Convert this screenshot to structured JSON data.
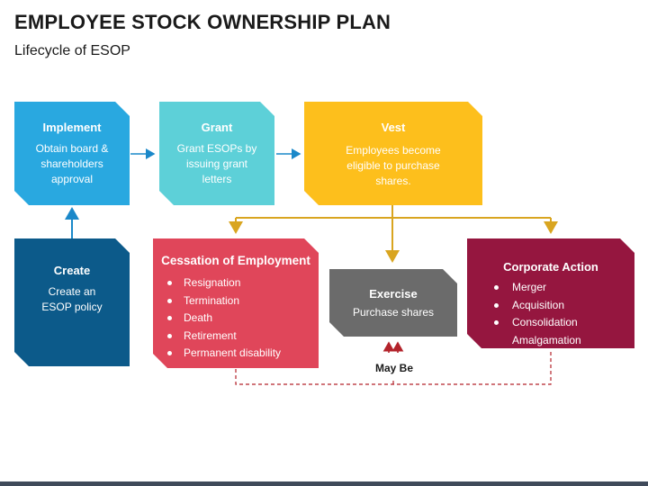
{
  "header": {
    "title": "EMPLOYEE STOCK OWNERSHIP PLAN",
    "subtitle": "Lifecycle of ESOP"
  },
  "colors": {
    "implement": "#29a8e0",
    "grant": "#5dd0d8",
    "vest": "#fdbf1c",
    "create": "#0c5a8a",
    "cessation": "#e0465a",
    "exercise": "#6b6b6b",
    "corporate": "#95163f",
    "connector_blue": "#1a88c9",
    "connector_gold": "#d9a520",
    "connector_dashed": "#b3232b"
  },
  "boxes": {
    "implement": {
      "title": "Implement",
      "desc": "Obtain board & shareholders approval"
    },
    "grant": {
      "title": "Grant",
      "desc": "Grant ESOPs by issuing grant letters"
    },
    "vest": {
      "title": "Vest",
      "desc": "Employees become eligible to purchase shares."
    },
    "create": {
      "title": "Create",
      "desc": "Create an ESOP policy"
    },
    "cessation": {
      "title": "Cessation of Employment",
      "items": [
        "Resignation",
        "Termination",
        "Death",
        "Retirement",
        "Permanent disability"
      ]
    },
    "exercise": {
      "title": "Exercise",
      "desc": "Purchase shares"
    },
    "corporate": {
      "title": "Corporate Action",
      "items": [
        "Merger",
        "Acquisition",
        "Consolidation"
      ],
      "extra": "Amalgamation"
    }
  },
  "maybe_label": "May Be"
}
